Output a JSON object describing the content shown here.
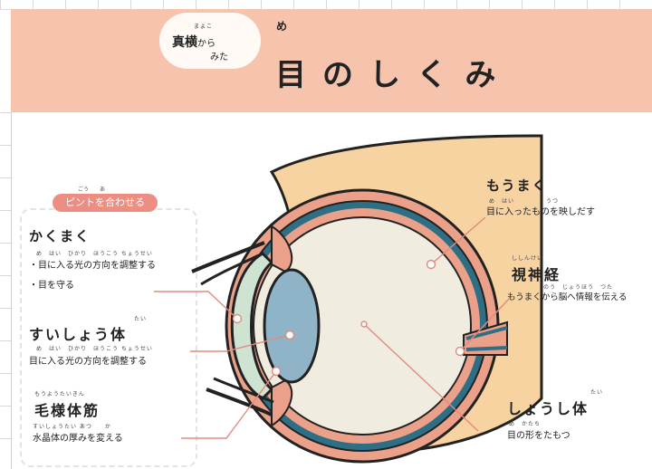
{
  "header": {
    "badge": {
      "ruby": "まよこ",
      "main": "真横",
      "suffix": "から",
      "sub": "みた"
    },
    "title_ruby": "め",
    "title": "目のしくみ"
  },
  "hint": {
    "ruby": "ごう　　あ",
    "label": "ピントを合わせる"
  },
  "parts": {
    "cornea": {
      "name": "かくまく",
      "ruby": "め　はい　ひかり　ほうこう ちょうせい",
      "desc1": "・目に入る光の方向を調整する",
      "desc2": "・目を守る"
    },
    "lens": {
      "name": "すいしょう体",
      "ruby_name": "たい",
      "ruby": "め　はい　ひかり　ほうこう ちょうせい",
      "desc": "目に入る光の方向を調整する"
    },
    "ciliary": {
      "ruby_name": "もうようたいきん",
      "name": "毛様体筋",
      "ruby": "すいしょうたい あつ　　か",
      "desc": "水晶体の厚みを変える"
    },
    "retina": {
      "name": "もうまく",
      "ruby": "め　はい　　　　　うつ",
      "desc": "目に入ったものを映しだす"
    },
    "optic": {
      "ruby_name": "ししんけい",
      "name": "視神経",
      "ruby": "のう　じょうほう　つた",
      "desc": "もうまくから脳へ情報を伝える"
    },
    "vitreous": {
      "name": "しょうし体",
      "ruby_name": "たい",
      "ruby": "め　かたち",
      "desc": "目の形をたもつ"
    }
  },
  "colors": {
    "header_bg": "#f6c4ad",
    "skin": "#f7d3a1",
    "sclera": "#eba189",
    "choroid": "#2f6f86",
    "vitreous": "#f1ece0",
    "lens": "#8fb4c8",
    "cornea": "#cfe3d3",
    "hint": "#ec8f82"
  }
}
